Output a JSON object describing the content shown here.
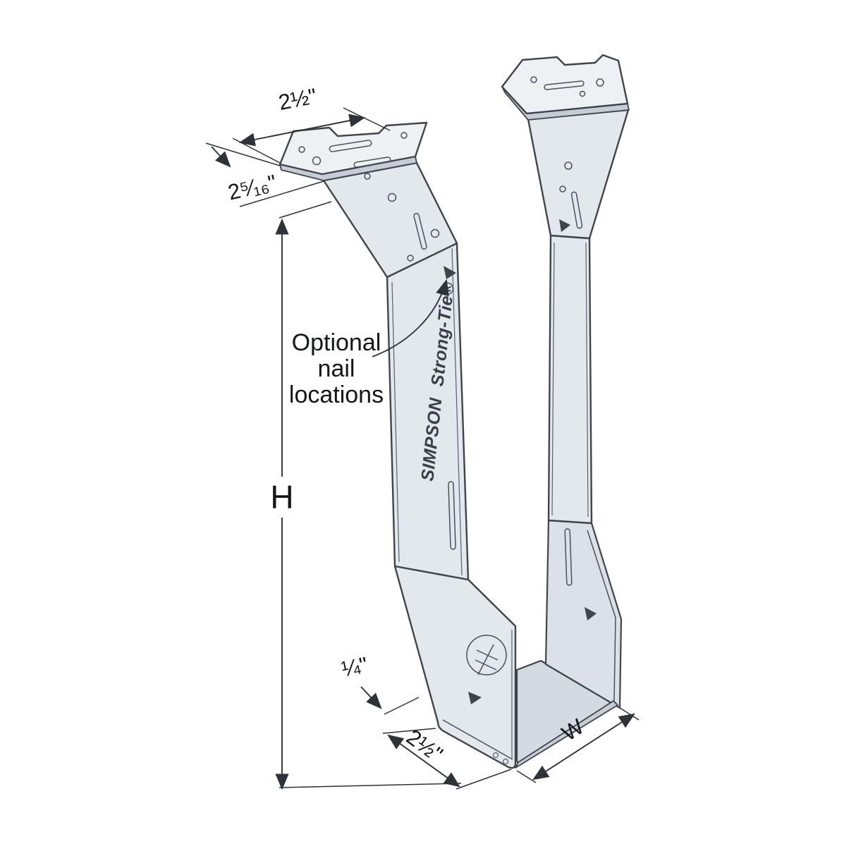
{
  "colors": {
    "background": "#ffffff",
    "outline": "#3f454b",
    "metal_light": "#eef1f4",
    "metal_mid": "#e3e8ed",
    "metal_inner": "#dbe1e7",
    "metal_edge": "#c6cdd5",
    "dimension_line": "#2d3338",
    "label_text": "#141719"
  },
  "branding": {
    "manufacturer": "SIMPSON",
    "product": "Strong-Tie®"
  },
  "dimensions": {
    "flange_width": "2½\"",
    "flange_depth": "2⁵⁄₁₆\"",
    "height_label": "H",
    "seat_offset": "¼\"",
    "seat_depth": "2½\"",
    "opening_width_label": "W"
  },
  "callouts": {
    "optional_nails": {
      "line1": "Optional",
      "line2": "nail",
      "line3": "locations"
    }
  }
}
